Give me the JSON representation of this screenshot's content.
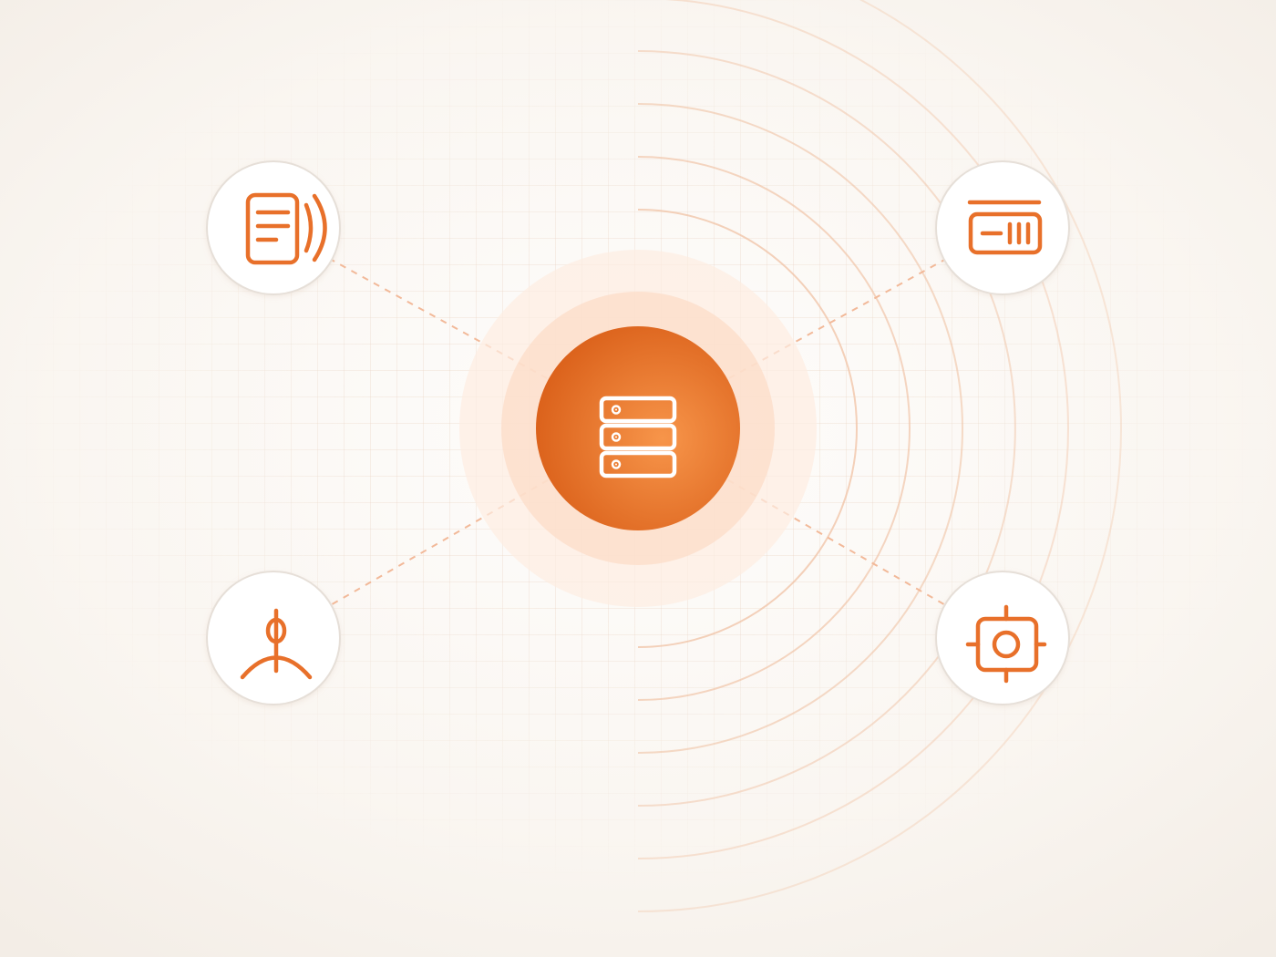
{
  "diagram": {
    "accent_color": "#e8702a",
    "hub_gradient": [
      "#f7954a",
      "#d85c16"
    ],
    "link_color": "#f2b999",
    "arc_color": "#f0c2a4",
    "node_ring_color": "#e6dfd8",
    "hub": {
      "icon": "server-stack-icon"
    },
    "nodes": [
      {
        "id": "broadcast-document",
        "icon": "broadcast-document-icon",
        "position": "top-left"
      },
      {
        "id": "panel-bar",
        "icon": "panel-bar-icon",
        "position": "top-right"
      },
      {
        "id": "antenna-dish",
        "icon": "antenna-dish-icon",
        "position": "bottom-left"
      },
      {
        "id": "target-crosshair",
        "icon": "target-crosshair-icon",
        "position": "bottom-right"
      }
    ],
    "links": [
      {
        "from": "hub",
        "to": "broadcast-document"
      },
      {
        "from": "hub",
        "to": "panel-bar"
      },
      {
        "from": "hub",
        "to": "antenna-dish"
      },
      {
        "from": "hub",
        "to": "target-crosshair"
      }
    ],
    "signal_arcs": 6
  }
}
